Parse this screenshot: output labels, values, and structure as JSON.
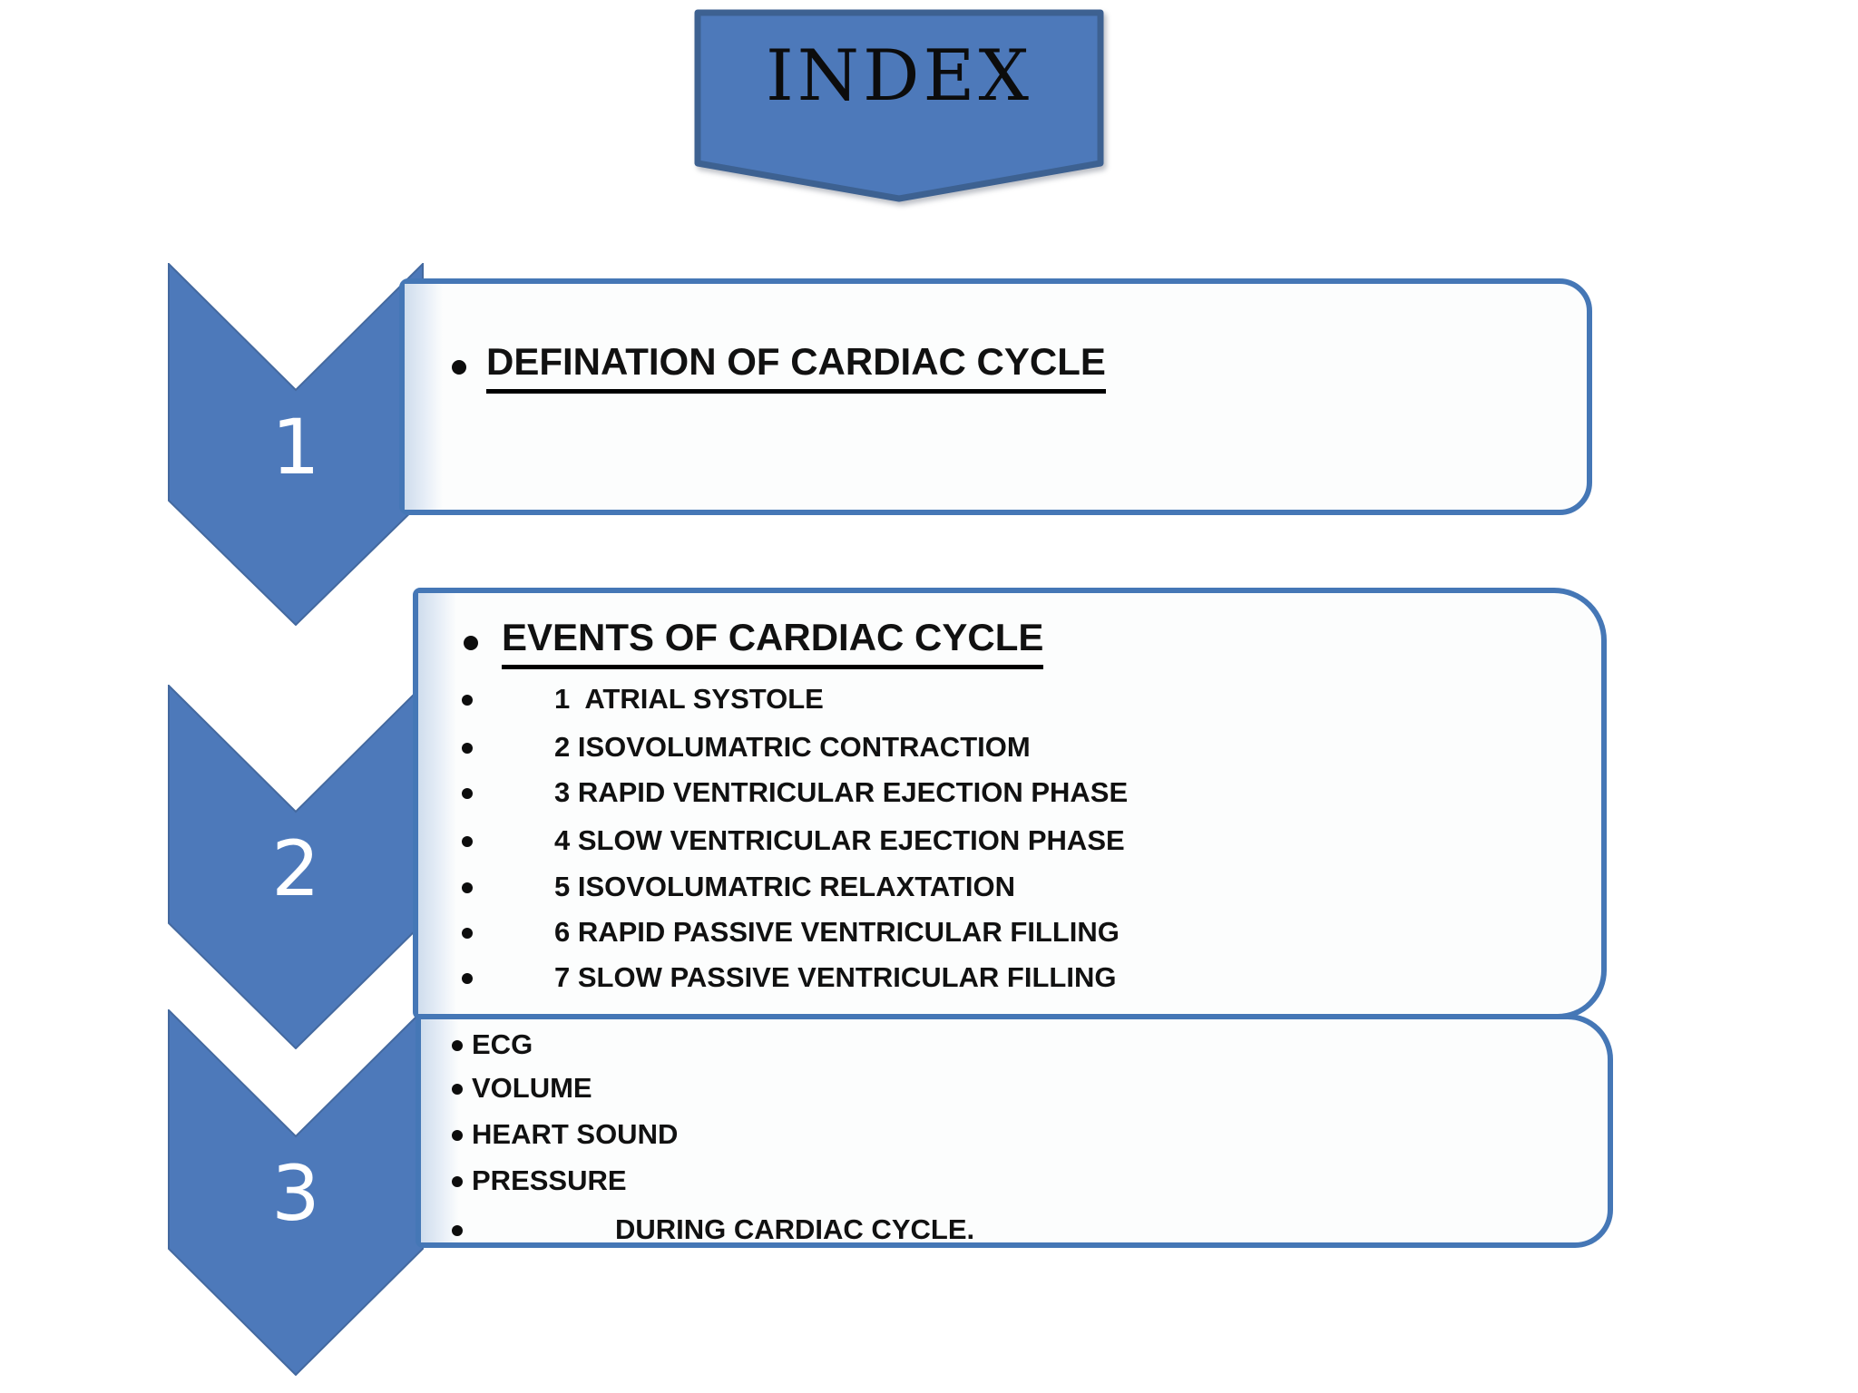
{
  "slide": {
    "banner": {
      "title": "INDEX"
    },
    "colors": {
      "shape_fill": "#4d79ba",
      "shape_border": "#3d6191",
      "box_border": "#4577b6",
      "box_fill": "#fcfdfd",
      "left_strip": "#cfdded",
      "number_color": "#ffffff",
      "text_color": "#111111"
    },
    "steps": [
      {
        "number": "1",
        "header": "DEFINATION OF CARDIAC CYCLE",
        "items": []
      },
      {
        "number": "2",
        "header": "EVENTS OF CARDIAC CYCLE",
        "items": [
          "1  ATRIAL SYSTOLE",
          "2 ISOVOLUMATRIC CONTRACTIOM",
          "3 RAPID VENTRICULAR EJECTION PHASE",
          "4 SLOW VENTRICULAR EJECTION PHASE",
          "5 ISOVOLUMATRIC RELAXTATION",
          "6 RAPID PASSIVE VENTRICULAR FILLING",
          "7 SLOW PASSIVE VENTRICULAR FILLING"
        ]
      },
      {
        "number": "3",
        "header": "",
        "items": [
          "ECG",
          "VOLUME",
          "HEART SOUND",
          "PRESSURE",
          "DURING CARDIAC CYCLE."
        ]
      }
    ]
  }
}
